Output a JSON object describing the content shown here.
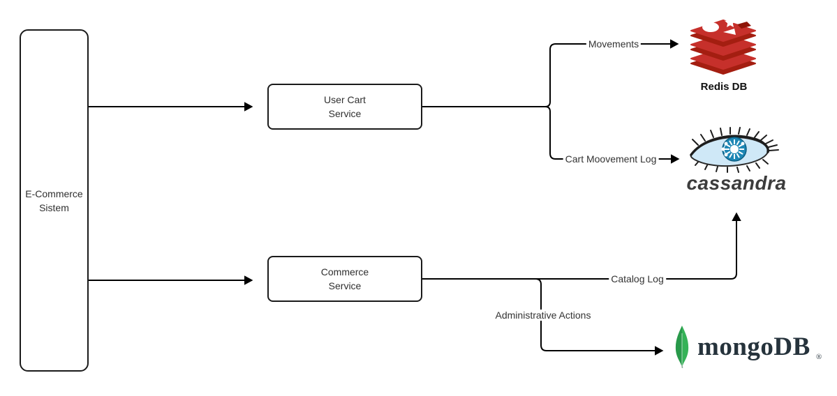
{
  "diagram": {
    "nodes": {
      "ecommerce": {
        "line1": "E-Commerce",
        "line2": "Sistem"
      },
      "user_cart": {
        "line1": "User Cart",
        "line2": "Service"
      },
      "commerce": {
        "line1": "Commerce",
        "line2": "Service"
      }
    },
    "edges": {
      "movements": "Movements",
      "cart_moovement_log": "Cart Moovement Log",
      "catalog_log": "Catalog Log",
      "administrative_actions": "Administrative Actions"
    },
    "logos": {
      "redis_caption": "Redis DB",
      "cassandra_wordmark": "cassandra",
      "mongodb_wordmark": "mongoDB",
      "mongodb_registered": "®"
    },
    "colors": {
      "line": "#000000",
      "redis_red": "#C6302B",
      "redis_dark_red": "#A41E11",
      "redis_cube_red": "#8E1508",
      "cassandra_iris_blue": "#1E87B5",
      "cassandra_sclera_blue": "#CFE8F7",
      "mongodb_green": "#2EA64F",
      "mongodb_text_navy": "#26333C"
    }
  }
}
